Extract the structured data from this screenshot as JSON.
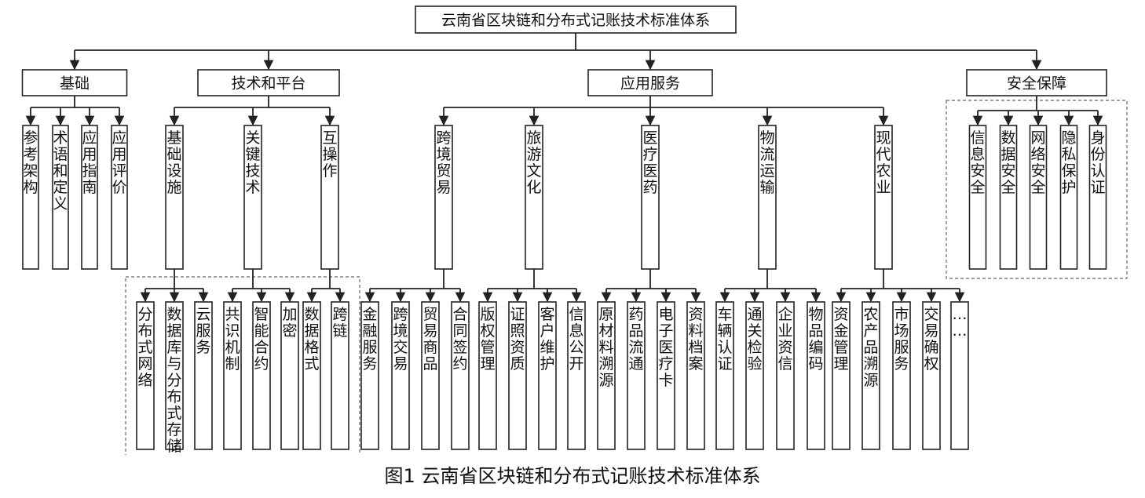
{
  "root": "云南省区块链和分布式记账技术标准体系",
  "categories": [
    {
      "label": "基础",
      "items": [
        {
          "label": "参考架构",
          "items": []
        },
        {
          "label": "术语和定义",
          "items": []
        },
        {
          "label": "应用指南",
          "items": []
        },
        {
          "label": "应用评价",
          "items": []
        }
      ]
    },
    {
      "label": "技术和平台",
      "items": [
        {
          "label": "基础设施",
          "items": [
            "分布式网络",
            "数据库与分布式存储",
            "云服务"
          ]
        },
        {
          "label": "关键技术",
          "items": [
            "共识机制",
            "智能合约",
            "加密"
          ]
        },
        {
          "label": "互操作",
          "items": [
            "数据格式",
            "跨链"
          ]
        }
      ]
    },
    {
      "label": "应用服务",
      "items": [
        {
          "label": "跨境贸易",
          "items": [
            "金融服务",
            "跨境交易",
            "贸易商品",
            "合同签约"
          ]
        },
        {
          "label": "旅游文化",
          "items": [
            "版权管理",
            "证照资质",
            "客户维护",
            "信息公开"
          ]
        },
        {
          "label": "医疗医药",
          "items": [
            "原材料溯源",
            "药品流通",
            "电子医疗卡",
            "资料档案"
          ]
        },
        {
          "label": "物流运输",
          "items": [
            "车辆认证",
            "通关检验",
            "企业资信",
            "物品编码"
          ]
        },
        {
          "label": "现代农业",
          "items": [
            "资金管理",
            "农产品溯源",
            "市场服务",
            "交易确权",
            "……"
          ]
        }
      ]
    },
    {
      "label": "安全保障",
      "items": [
        {
          "label": "信息安全",
          "items": []
        },
        {
          "label": "数据安全",
          "items": []
        },
        {
          "label": "网络安全",
          "items": []
        },
        {
          "label": "隐私保护",
          "items": []
        },
        {
          "label": "身份认证",
          "items": []
        }
      ]
    }
  ],
  "caption": "图1  云南省区块链和分布式记账技术标准体系"
}
